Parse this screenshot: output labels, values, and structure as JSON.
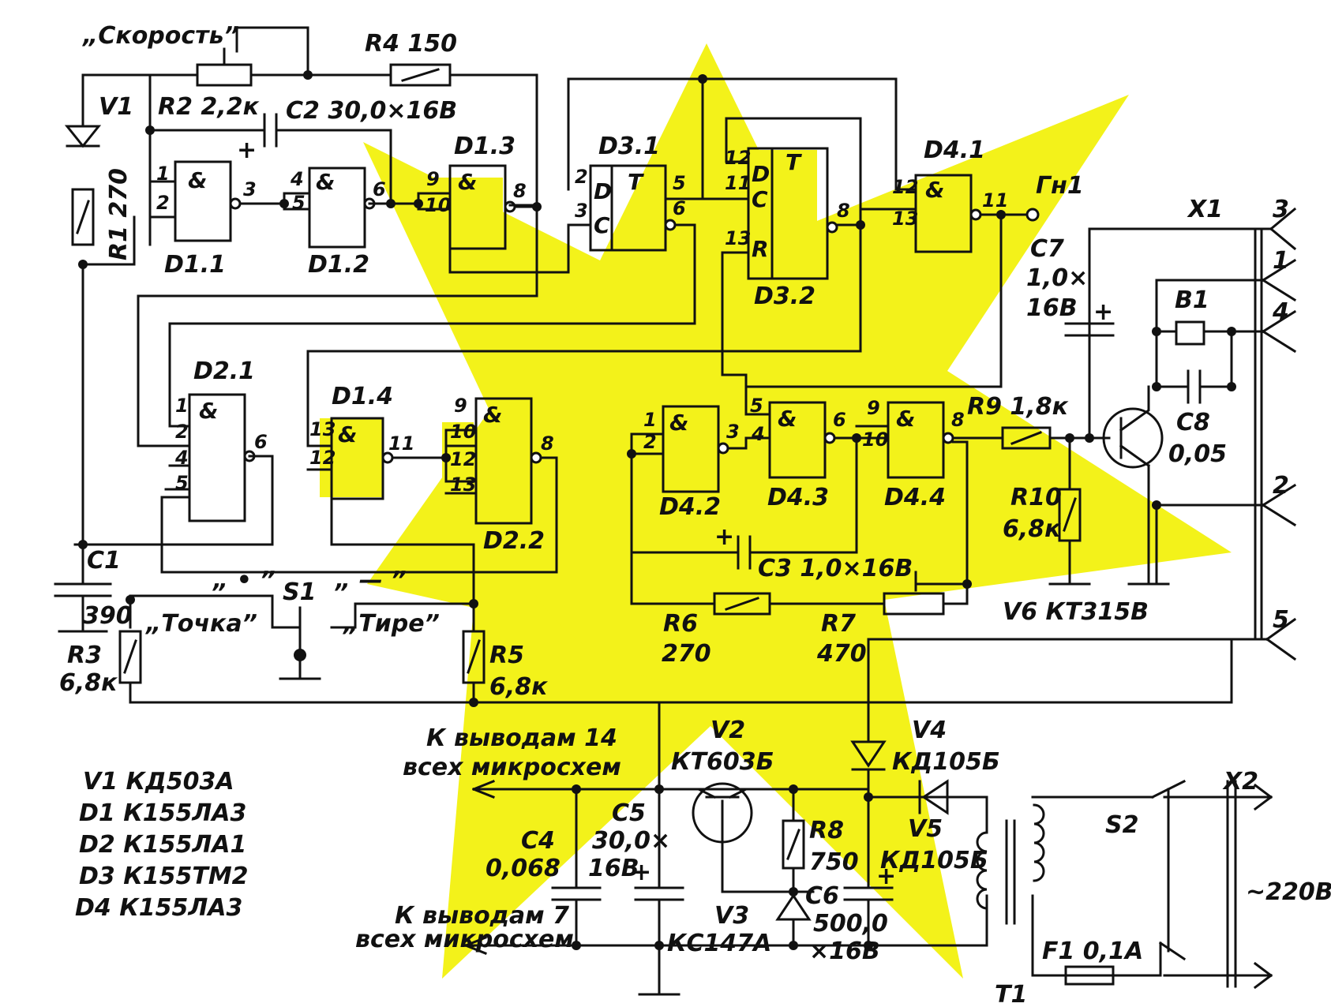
{
  "labels": {
    "speed": "„Скорость”",
    "r2": "R2  2,2к",
    "r4": "R4  150",
    "c2": "C2  30,0×16В",
    "v1": "V1",
    "r1": "R1  270",
    "d1_1": "D1.1",
    "d1_2": "D1.2",
    "d1_3": "D1.3",
    "d3_1": "D3.1",
    "d3_2": "D3.2",
    "d4_1": "D4.1",
    "gn1": "Гн1",
    "x1": "X1",
    "c7a": "C7",
    "c7b": "1,0×",
    "c7c": "16В",
    "b1": "B1",
    "c8a": "C8",
    "c8b": "0,05",
    "d2_1": "D2.1",
    "d1_4": "D1.4",
    "d2_2": "D2.2",
    "d4_2": "D4.2",
    "d4_3": "D4.3",
    "d4_4": "D4.4",
    "r9": "R9  1,8к",
    "r10a": "R10",
    "r10b": "6,8к",
    "c1": "C1",
    "c1v": "390",
    "c3": "C3  1,0×16В",
    "dot_sym": "„ • ”",
    "s1": "S1",
    "dash_sym": "„ — ”",
    "tochka": "„Точка”",
    "tire": "„Тире”",
    "r3a": "R3",
    "r3b": "6,8к",
    "r5a": "R5",
    "r5b": "6,8к",
    "r6a": "R6",
    "r6b": "270",
    "r7a": "R7",
    "r7b": "470",
    "v6": "V6  КТ315В",
    "to14a": "К  выводам  14",
    "to14b": "всех  микросхем",
    "v2a": "V2",
    "v2b": "КТ603Б",
    "v4a": "V4",
    "v4b": "КД105Б",
    "v5a": "V5",
    "v5b": "КД105Б",
    "x2": "X2",
    "s2": "S2",
    "mains": "~220В",
    "c4a": "C4",
    "c4b": "0,068",
    "c5a": "C5",
    "c5b": "30,0×",
    "c5c": "16В",
    "r8a": "R8",
    "r8b": "750",
    "c6a": "C6",
    "c6b": "500,0",
    "c6c": "×16В",
    "to7a": "К  выводам 7",
    "to7b": "всех  микросхем",
    "v3a": "V3",
    "v3b": "КС147А",
    "f1": "F1  0,1А",
    "t1": "T1",
    "x1_p3": "3",
    "x1_p1": "1",
    "x1_p4": "4",
    "x1_p2": "2",
    "x1_p5": "5",
    "amp": "&",
    "trig_t": "T",
    "trig_d": "D",
    "trig_c": "C",
    "trig_r": "R",
    "plus": "+"
  },
  "components_list": [
    "V1  КД503А",
    "D1  К155ЛА3",
    "D2  К155ЛА1",
    "D3  К155ТМ2",
    "D4  К155ЛА3"
  ],
  "pins": {
    "d11_1": "1",
    "d11_2": "2",
    "d11_3": "3",
    "d12_4": "4",
    "d12_5": "5",
    "d12_6": "6",
    "d13_9": "9",
    "d13_10": "10",
    "d13_8": "8",
    "d31_2": "2",
    "d31_3": "3",
    "d31_5": "5",
    "d31_6": "6",
    "d32_12": "12",
    "d32_11": "11",
    "d32_13": "13",
    "d32_8": "8",
    "d41_12": "12",
    "d41_13": "13",
    "d41_11": "11",
    "d21_1": "1",
    "d21_2": "2",
    "d21_4": "4",
    "d21_5": "5",
    "d21_6": "6",
    "d14_13": "13",
    "d14_12": "12",
    "d14_11": "11",
    "d22_9": "9",
    "d22_10": "10",
    "d22_12": "12",
    "d22_13": "13",
    "d22_8": "8",
    "d42_1": "1",
    "d42_2": "2",
    "d42_3": "3",
    "d43_5": "5",
    "d43_4": "4",
    "d43_6": "6",
    "d44_9": "9",
    "d44_10": "10",
    "d44_8": "8"
  },
  "colors": {
    "highlight": "#f3f21a",
    "ink": "#111111",
    "paper": "#ffffff"
  }
}
